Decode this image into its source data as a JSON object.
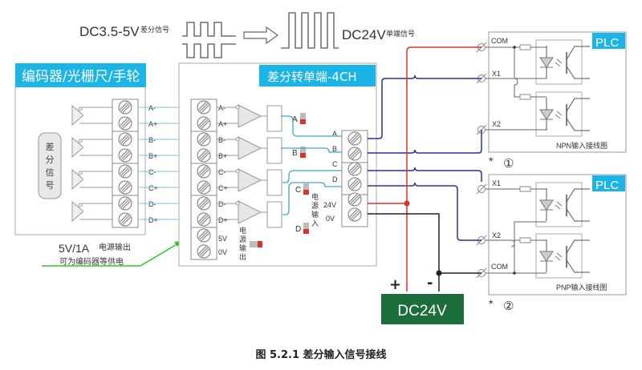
{
  "top": {
    "input_signal_main": "DC3.5-5V",
    "input_signal_sub": "差分信号",
    "output_signal_main": "DC24V",
    "output_signal_sub": "单端信号"
  },
  "encoder": {
    "title": "编码器/光栅尺/手轮",
    "badge_chars": [
      "差",
      "分",
      "信",
      "号"
    ],
    "terminals": [
      "A-",
      "A+",
      "B-",
      "B+",
      "C-",
      "C+",
      "D-",
      "D+"
    ]
  },
  "converter": {
    "title": "差分转单端-4CH",
    "inputs": [
      "A-",
      "A+",
      "B-",
      "B+",
      "C-",
      "C+",
      "D-",
      "D+"
    ],
    "power_out": [
      "5V",
      "0V"
    ],
    "power_out_label": [
      "电",
      "源",
      "输",
      "出"
    ],
    "leds": [
      "A",
      "B",
      "C",
      "D"
    ],
    "outputs": [
      "A",
      "B",
      "C",
      "D"
    ],
    "power_in": [
      "24V",
      "0V"
    ],
    "power_in_label": [
      "电",
      "源",
      "输",
      "入"
    ]
  },
  "note": {
    "main": "5V/1A",
    "sub1": "电源输出",
    "sub2": "可为编码器等供电"
  },
  "plc_npn": {
    "badge": "PLC",
    "terminals": [
      "COM",
      "X1",
      "X2"
    ],
    "caption": "NPN输入接线图",
    "mark": "*",
    "number": "①"
  },
  "plc_pnp": {
    "badge": "PLC",
    "terminals": [
      "X1",
      "X2",
      "COM"
    ],
    "caption": "PNP输入接线图",
    "mark": "*",
    "number": "②"
  },
  "psu": {
    "label": "DC24V",
    "plus": "+",
    "minus": "-"
  },
  "caption": "图 5.2.1  差分输入信号接线",
  "colors": {
    "accent": "#1bb4e6",
    "signal_blue": "#2b2f9a",
    "signal_cyan": "#3fa9c9",
    "power_red": "#d9322e",
    "ground_black": "#222222",
    "psu_green": "#1b6e3b",
    "arrow_green": "#2ec52e"
  }
}
